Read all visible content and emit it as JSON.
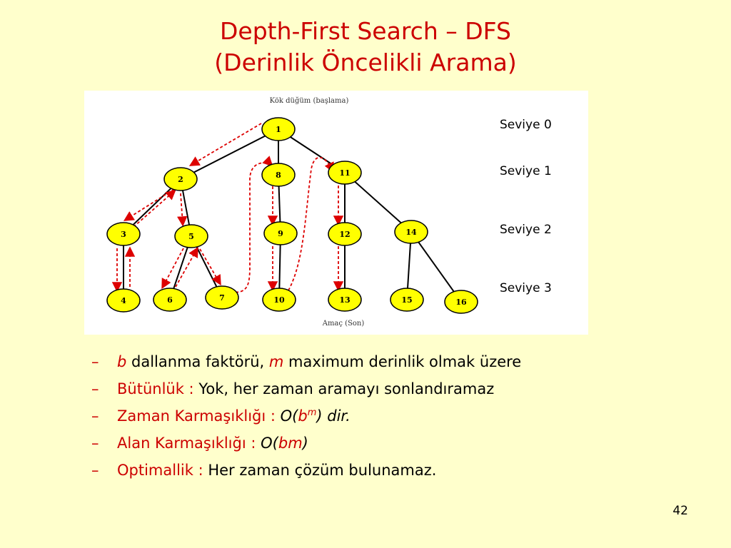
{
  "title": {
    "line1": "Depth-First Search – DFS",
    "line2": "(Derinlik Öncelikli Arama)"
  },
  "figure": {
    "top_label": "Kök düğüm (başlama)",
    "bottom_label": "Amaç (Son)",
    "nodes": [
      "1",
      "2",
      "8",
      "11",
      "3",
      "5",
      "9",
      "12",
      "14",
      "4",
      "6",
      "7",
      "10",
      "13",
      "15",
      "16"
    ]
  },
  "levels": [
    "Seviye 0",
    "Seviye 1",
    "Seviye 2",
    "Seviye 3"
  ],
  "bullets": {
    "b1": {
      "var_b": "b",
      "text1": " dallanma faktörü, ",
      "var_m": "m",
      "text2": "  maximum derinlik olmak üzere"
    },
    "b2": {
      "label": "Bütünlük : ",
      "text": "Yok, her zaman aramayı sonlandıramaz"
    },
    "b3": {
      "label": "Zaman Karmaşıklığı : ",
      "o": "O(",
      "b": "b",
      "m": "m",
      "close": ") dir."
    },
    "b4": {
      "label": "Alan Karmaşıklığı : ",
      "o": "O(",
      "bm": "bm",
      "close": ")"
    },
    "b5": {
      "label": "Optimallik : ",
      "text": "Her zaman çözüm bulunamaz."
    },
    "dash": "–"
  },
  "page_number": "42",
  "colors": {
    "title": "#cc0000",
    "background": "#ffffcc",
    "node_fill": "#ffff00",
    "path": "#dd0000"
  }
}
